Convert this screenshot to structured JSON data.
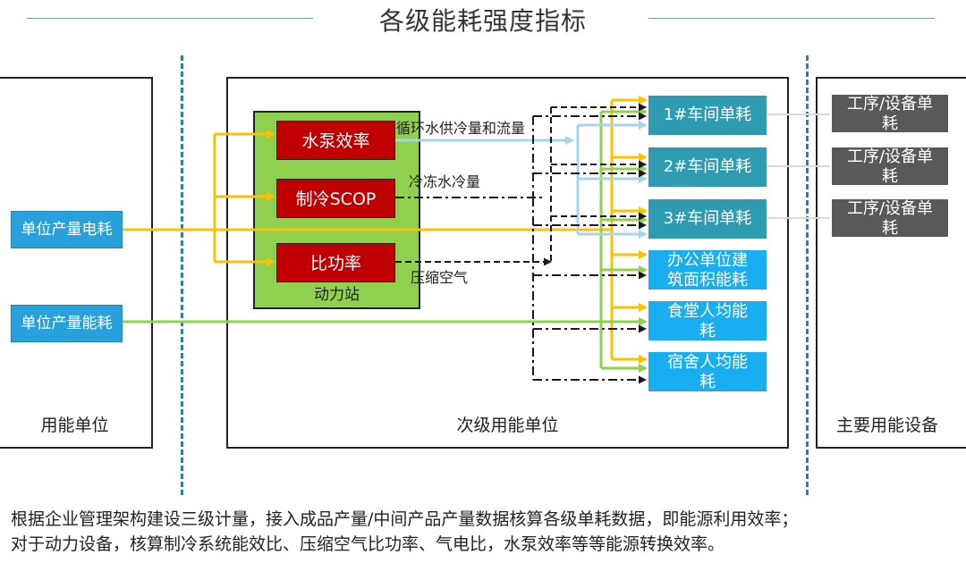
{
  "title": "各级能耗强度指标",
  "sections": {
    "left": "用能单位",
    "middle": "次级用能单位",
    "right": "主要用能设备"
  },
  "left_indicators": [
    "单位产量电耗",
    "单位产量能耗"
  ],
  "power_station": {
    "label": "动力站",
    "items": [
      "水泵效率",
      "制冷SCOP",
      "比功率"
    ]
  },
  "flow_labels": [
    "循环水供冷量和流量",
    "冷冻水冷量",
    "压缩空气"
  ],
  "workshops": [
    "1#车间单耗",
    "2#车间单耗",
    "3#车间单耗"
  ],
  "facilities": [
    {
      "line1": "办公单位建",
      "line2": "筑面积能耗"
    },
    {
      "line1": "食堂人均能",
      "line2": "耗"
    },
    {
      "line1": "宿舍人均能",
      "line2": "耗"
    }
  ],
  "equipment": [
    {
      "line1": "工序/设备单",
      "line2": "耗"
    },
    {
      "line1": "工序/设备单",
      "line2": "耗"
    },
    {
      "line1": "工序/设备单",
      "line2": "耗"
    }
  ],
  "footer": [
    "根据企业管理架构建设三级计量，接入成品产量/中间产品产量数据核算各级单耗数据，即能源利用效率；",
    "对于动力设备，核算制冷系统能效比、压缩空气比功率、气电比，水泵效率等等能源转换效率。"
  ],
  "colors": {
    "electric_arrow": "#ffc000",
    "energy_arrow": "#92d050",
    "water_arrow": "#a9d3e6",
    "dashed_arrow": "#1a1a1a",
    "power_station": "#8fd14f",
    "red_box": "#c00000",
    "teal_box": "#2e9bb0",
    "blue_box": "#19aef0",
    "grey_box": "#595959"
  }
}
